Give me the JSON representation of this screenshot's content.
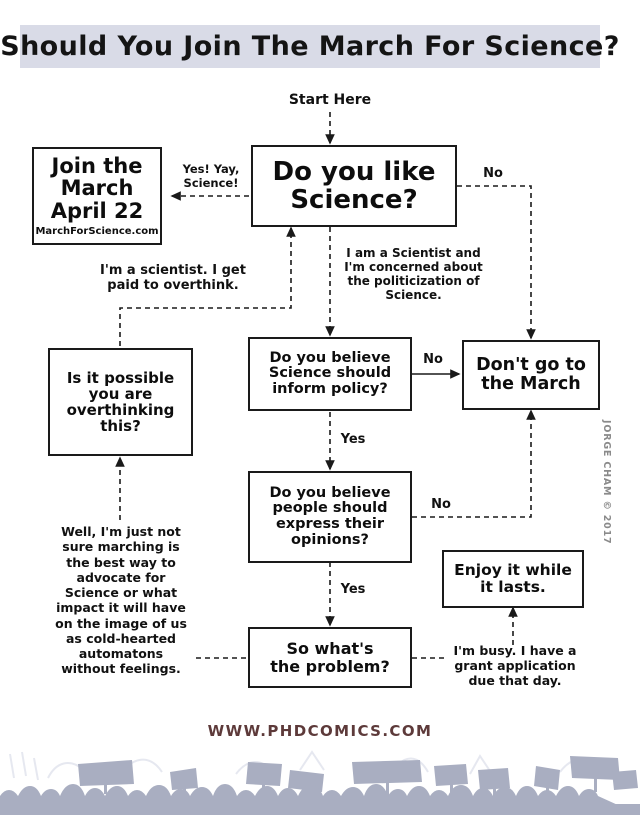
{
  "title": "Should You Join The March For Science?",
  "start_label": "Start Here",
  "nodes": {
    "like_science": {
      "line1": "Do you like",
      "line2": "Science?"
    },
    "join_march": {
      "line1": "Join the",
      "line2": "March",
      "line3": "April 22",
      "url": "MarchForScience.com"
    },
    "overthinking": {
      "line1": "Is it possible",
      "line2": "you are",
      "line3": "overthinking",
      "line4": "this?"
    },
    "inform_policy": {
      "line1": "Do you believe",
      "line2": "Science should",
      "line3": "inform policy?"
    },
    "dont_go": {
      "line1": "Don't go to",
      "line2": "the March"
    },
    "express_opinions": {
      "line1": "Do you believe",
      "line2": "people should",
      "line3": "express their",
      "line4": "opinions?"
    },
    "enjoy_it": {
      "line1": "Enjoy it while",
      "line2": "it lasts."
    },
    "so_what": {
      "line1": "So what's",
      "line2": "the problem?"
    }
  },
  "edge_labels": {
    "yes_yay_science": "Yes! Yay,\nScience!",
    "no_top_right": "No",
    "scientist_concerned": "I am a Scientist and\nI'm concerned about\nthe politicization of\nScience.",
    "scientist_overthink": "I'm a scientist. I get\npaid to overthink.",
    "no_policy": "No",
    "yes_policy": "Yes",
    "no_opinions": "No",
    "yes_opinions": "Yes",
    "well_not_sure": "Well, I'm just not\nsure marching is\nthe best way to\nadvocate for\nScience or what\nimpact it will have\non the image of us\nas cold-hearted\nautomatons\nwithout feelings.",
    "busy_grant": "I'm busy. I have a\ngrant application\ndue that day."
  },
  "footer": {
    "url": "WWW.PHDCOMICS.COM",
    "credit": "JORGE CHAM © 2017"
  },
  "colors": {
    "title_bar_bg": "#d9dbe7",
    "footer_url": "#5d3a3a",
    "crowd": "#a9aec1",
    "line": "#1a1a1a"
  }
}
